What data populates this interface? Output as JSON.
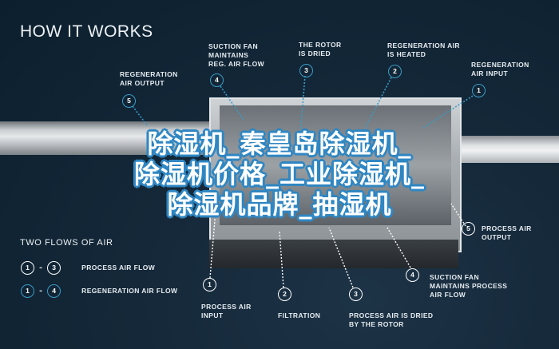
{
  "header": {
    "title": "HOW IT WORKS"
  },
  "overlay": {
    "lines": [
      "除湿机_秦皇岛除湿机_",
      "除湿机价格_工业除湿机_",
      "除湿机品牌_抽湿机"
    ],
    "fill_color": "#ffffff",
    "outline_color": "#2f86c2"
  },
  "top_callouts": [
    {
      "number": "5",
      "label_lines": [
        "REGENERATION",
        "AIR OUTPUT"
      ],
      "ring": "blue"
    },
    {
      "number": "4",
      "label_lines": [
        "SUCTION FAN",
        "MAINTAINS",
        "REG. AIR FLOW"
      ],
      "ring": "blue"
    },
    {
      "number": "3",
      "label_lines": [
        "THE ROTOR",
        "IS DRIED"
      ],
      "ring": "blue"
    },
    {
      "number": "2",
      "label_lines": [
        "REGENERATION AIR",
        "IS HEATED"
      ],
      "ring": "blue"
    },
    {
      "number": "1",
      "label_lines": [
        "REGENERATION",
        "AIR INPUT"
      ],
      "ring": "blue"
    }
  ],
  "bottom_callouts": [
    {
      "number": "1",
      "label_lines": [
        "PROCESS AIR",
        "INPUT"
      ],
      "ring": "white"
    },
    {
      "number": "2",
      "label_lines": [
        "FILTRATION"
      ],
      "ring": "white"
    },
    {
      "number": "3",
      "label_lines": [
        "PROCESS AIR IS DRIED",
        "BY THE ROTOR"
      ],
      "ring": "white"
    },
    {
      "number": "4",
      "label_lines": [
        "SUCTION FAN",
        "MAINTAINS PROCESS",
        "AIR FLOW"
      ],
      "ring": "white"
    },
    {
      "number": "5",
      "label_lines": [
        "PROCESS AIR",
        "OUTPUT"
      ],
      "ring": "white"
    }
  ],
  "legend": {
    "title": "TWO FLOWS OF AIR",
    "items": [
      {
        "from": "1",
        "to": "3",
        "separator": "-",
        "label": "PROCESS AIR FLOW",
        "ring": "white"
      },
      {
        "from": "1",
        "to": "4",
        "separator": "-",
        "label": "REGENERATION AIR FLOW",
        "ring": "blue"
      }
    ]
  },
  "colors": {
    "background": "#0f2333",
    "accent_blue": "#3c9bc6",
    "text": "#e6ecf0"
  }
}
